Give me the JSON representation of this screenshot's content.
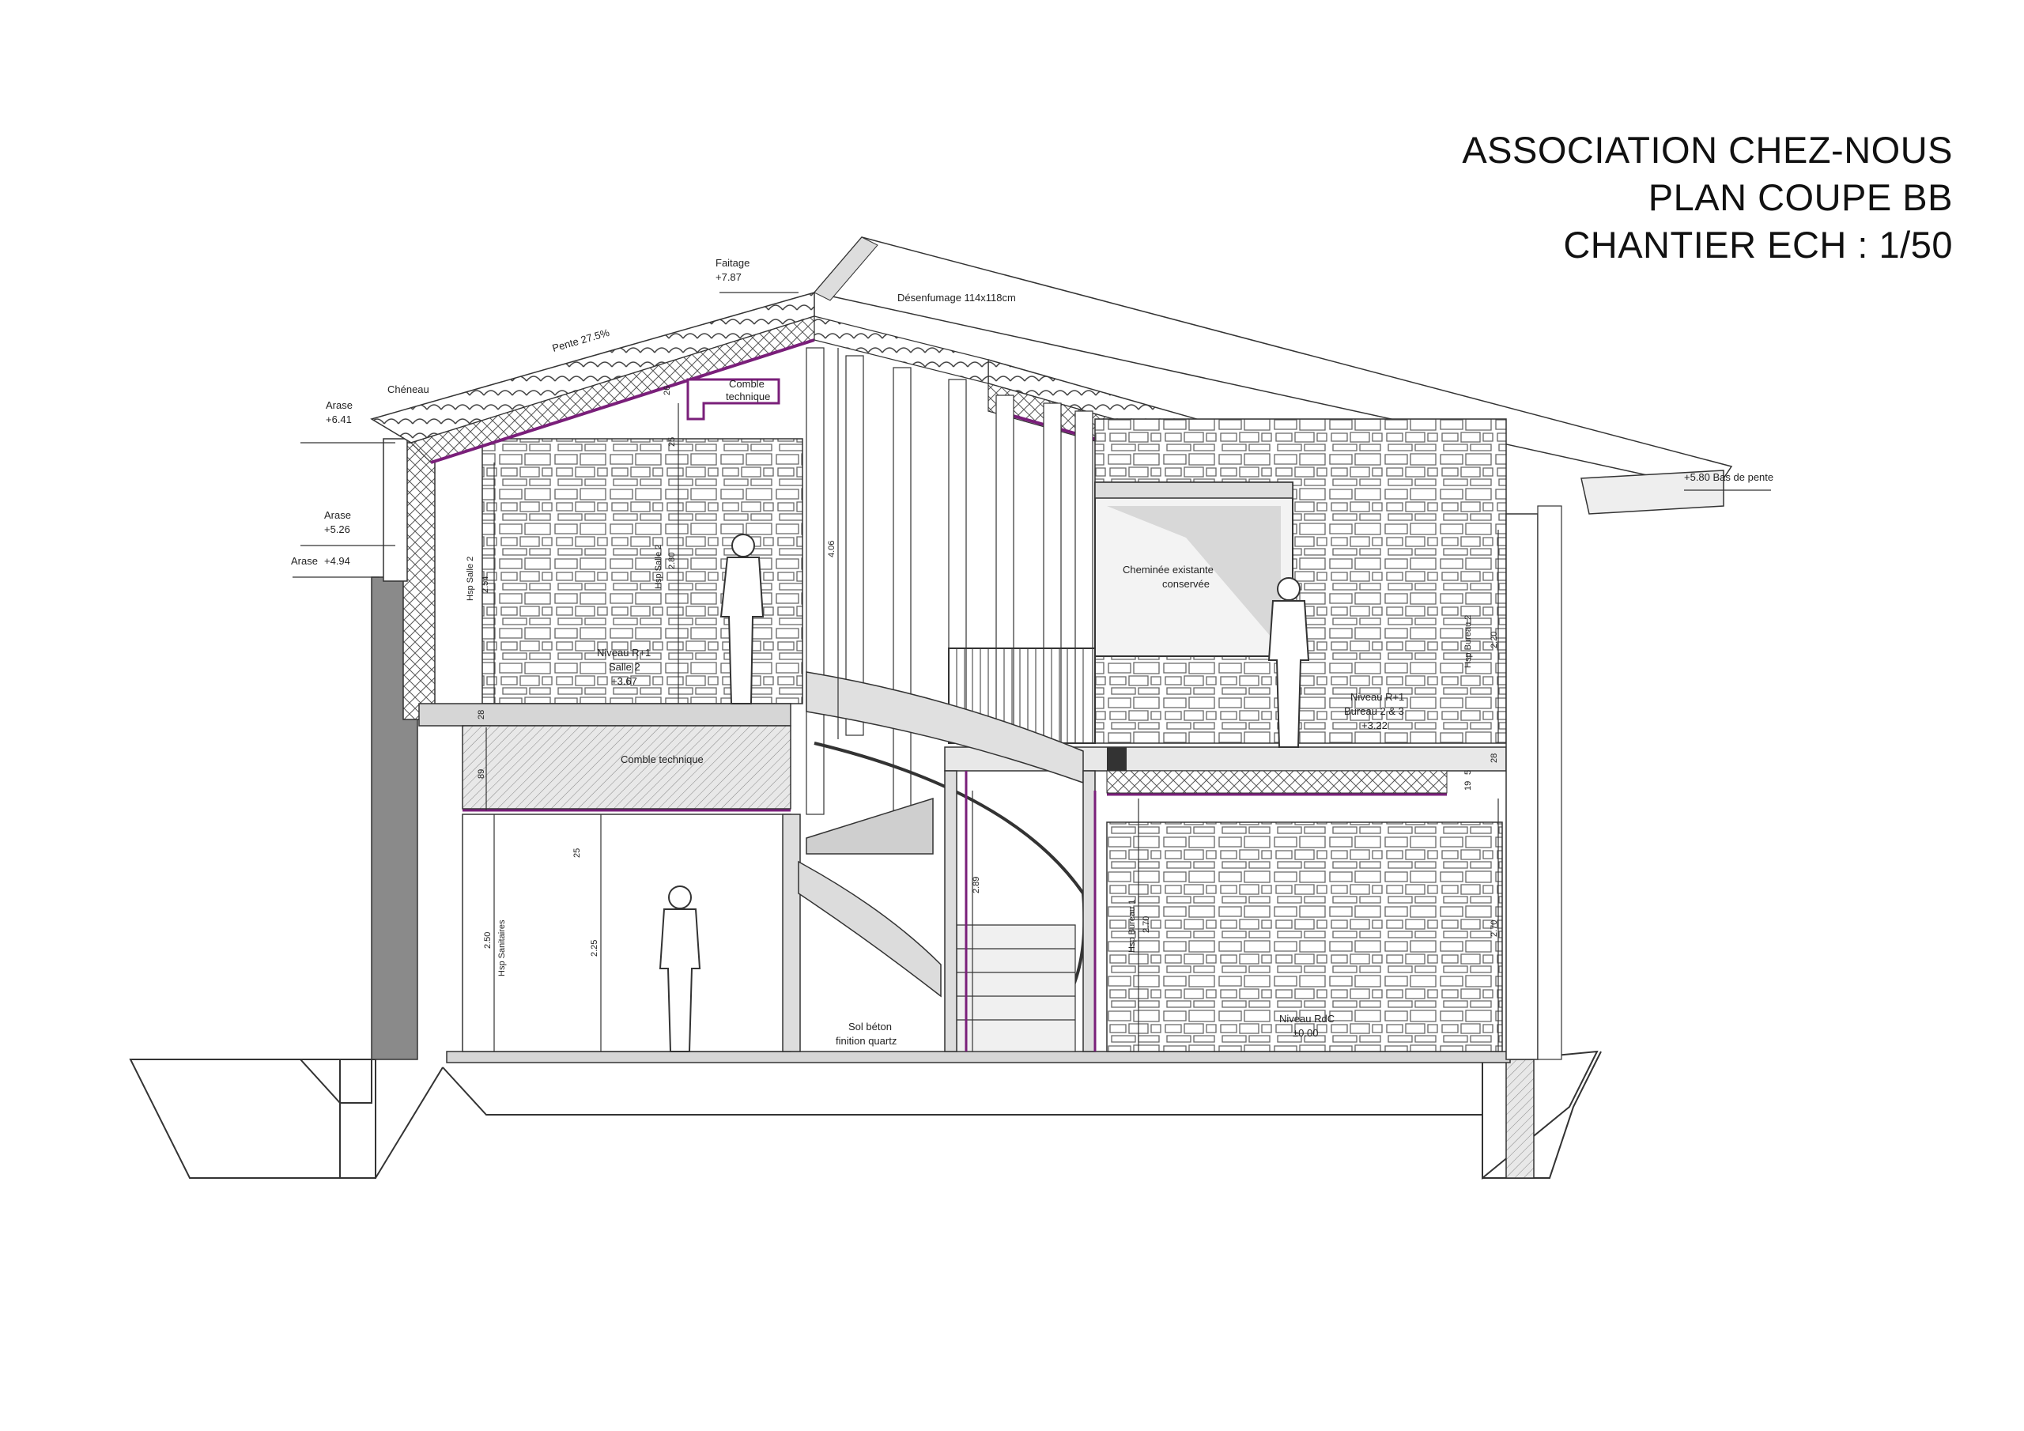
{
  "title": {
    "line1": "ASSOCIATION CHEZ-NOUS",
    "line2": "PLAN COUPE BB",
    "line3": "CHANTIER ECH : 1/50"
  },
  "levels": {
    "faitage_label": "Faitage",
    "faitage_value": "+7.87",
    "arase1_label": "Arase",
    "arase1_value": "+6.41",
    "arase2_label": "Arase",
    "arase2_value": "+5.26",
    "arase3_label": "Arase",
    "arase3_value": "+4.94",
    "bas_pente": "+5.80 Bas de pente"
  },
  "labels": {
    "cheneau": "Chéneau",
    "pente": "Pente 27.5%",
    "desenfumage": "Désenfumage 114x118cm",
    "comble_technique_top_1": "Comble",
    "comble_technique_top_2": "technique",
    "comble_technique_mid": "Comble technique",
    "cheminee_1": "Cheminée existante",
    "cheminee_2": "conservée",
    "niveau_salle2_1": "Niveau R+1",
    "niveau_salle2_2": "Salle 2",
    "niveau_salle2_3": "+3.67",
    "niveau_bureau_1": "Niveau R+1",
    "niveau_bureau_2": "Bureau 2 & 3",
    "niveau_bureau_3": "+3.22",
    "niveau_rdc_1": "Niveau RdC",
    "niveau_rdc_2": "±0.00",
    "sol_beton_1": "Sol béton",
    "sol_beton_2": "finition quartz"
  },
  "dimensions": {
    "hsp_salle2_a": "Hsp Salle 2",
    "hsp_salle2_a_val": "2.54",
    "hsp_salle2_b": "Hsp Salle 2",
    "hsp_salle2_b_val": "2.80",
    "dim_26": "26",
    "dim_25_top": "25",
    "dim_406": "4.06",
    "dim_28_left": "28",
    "dim_89": "89",
    "dim_25_mid": "25",
    "hsp_sanitaires": "Hsp Sanitaires",
    "hsp_sanitaires_val": "2.50",
    "dim_225": "2.25",
    "dim_289": "2.89",
    "hsp_bureau1": "Hsp Bureau 1",
    "hsp_bureau1_val": "2.70",
    "hsp_bureau2": "Hsp Bureau 2",
    "hsp_bureau2_val": "2.20",
    "dim_28_right": "28",
    "dim_19": "19",
    "dim_5": "5",
    "dim_270_right": "2.70"
  },
  "colors": {
    "line": "#333333",
    "wall": "#8a8a8a",
    "insulation": "#7a1f7a",
    "ground": "#bdbdbd",
    "stone": "#555555"
  }
}
